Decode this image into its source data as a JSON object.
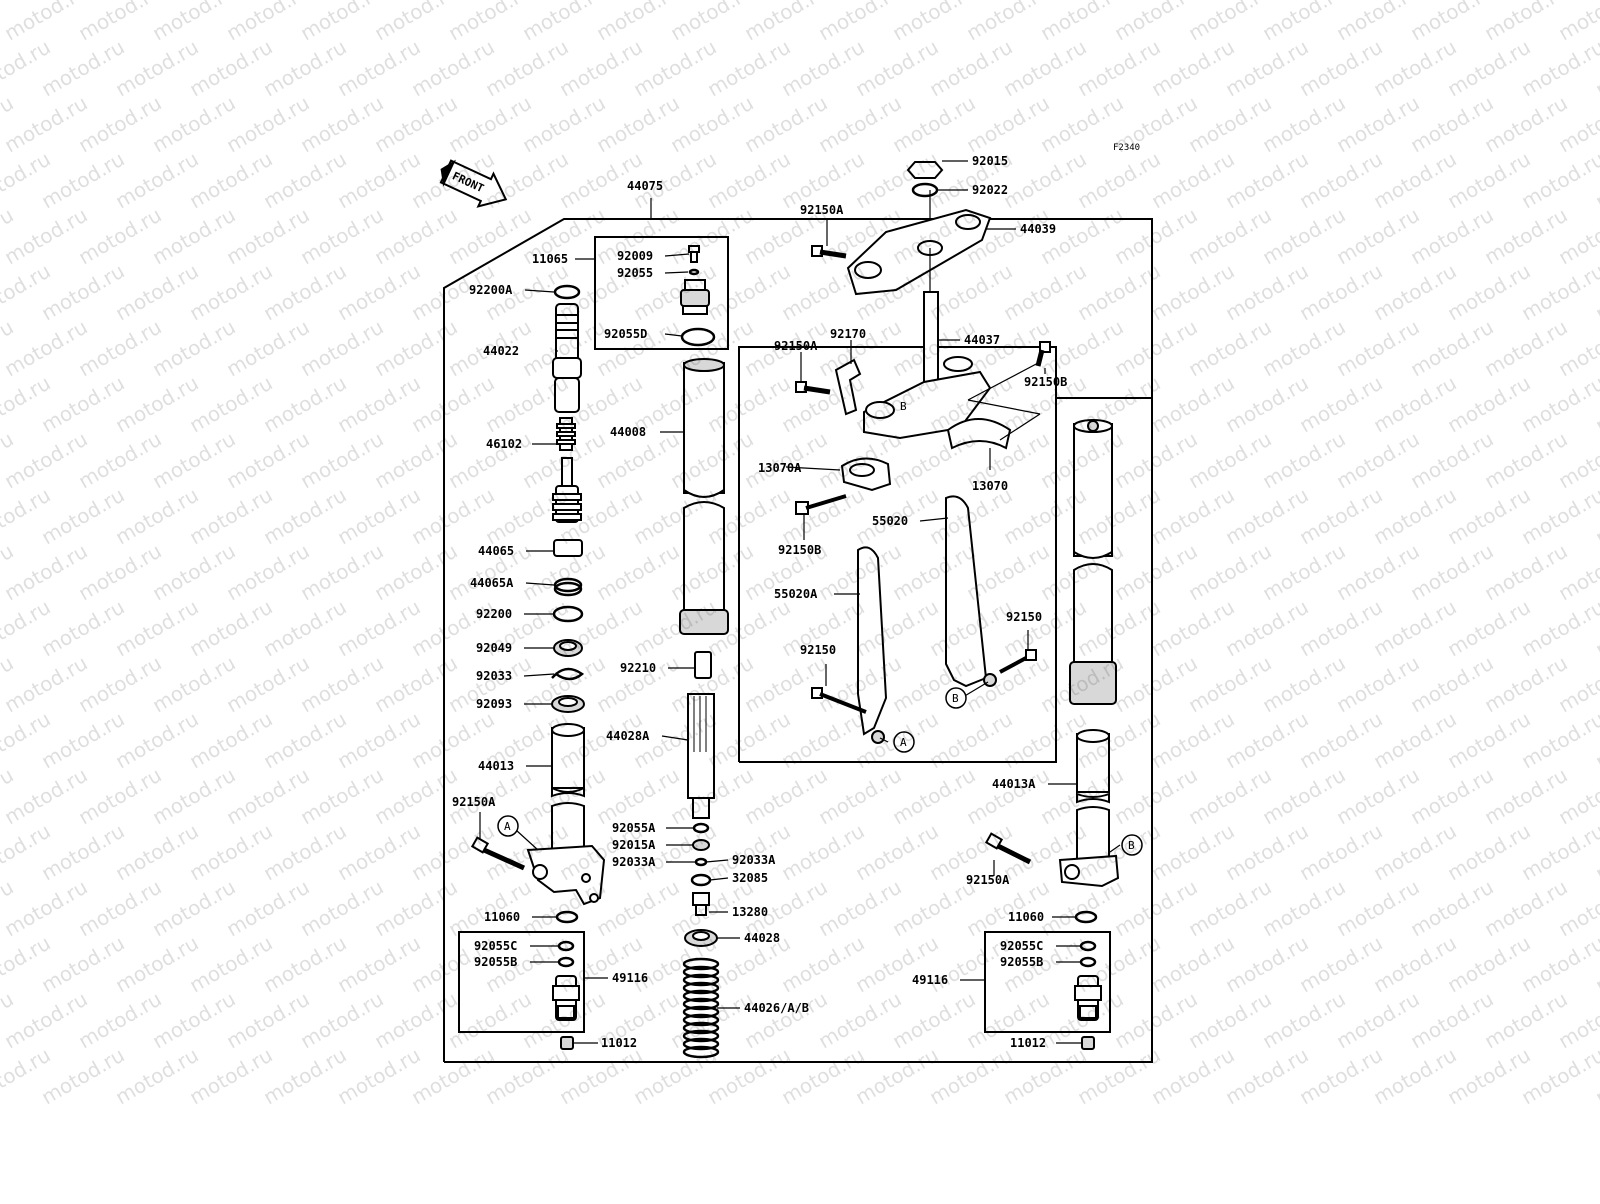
{
  "figure_code": "F2340",
  "front_label": "FRONT",
  "watermark_text": "motod.ru",
  "labels": {
    "l44075": "44075",
    "l11065": "11065",
    "l92009": "92009",
    "l92055": "92055",
    "l92200A": "92200A",
    "l92055D": "92055D",
    "l44022": "44022",
    "l46102": "46102",
    "l44008": "44008",
    "l44065": "44065",
    "l44065A": "44065A",
    "l92200": "92200",
    "l92049": "92049",
    "l92033": "92033",
    "l92093": "92093",
    "l92210": "92210",
    "l44028A": "44028A",
    "l44013": "44013",
    "l92150A_left": "92150A",
    "l92055A": "92055A",
    "l92015A": "92015A",
    "l92033A_l": "92033A",
    "l92033A_r": "92033A",
    "l32085": "32085",
    "l13280": "13280",
    "l11060_left": "11060",
    "l44028": "44028",
    "l92055C_left": "92055C",
    "l92055B_left": "92055B",
    "l49116_left": "49116",
    "l44026": "44026/A/B",
    "l11012_left": "11012",
    "l92015": "92015",
    "l92022": "92022",
    "l92150A_top": "92150A",
    "l44039": "44039",
    "l92150A_mid": "92150A",
    "l92170": "92170",
    "l44037": "44037",
    "l92150B_top": "92150B",
    "l13070A": "13070A",
    "l13070": "13070",
    "l92150B_mid": "92150B",
    "l55020": "55020",
    "l55020A": "55020A",
    "l92150_a": "92150",
    "l92150_b": "92150",
    "l44013A": "44013A",
    "l92150A_right": "92150A",
    "l11060_right": "11060",
    "l92055C_right": "92055C",
    "l92055B_right": "92055B",
    "l49116_right": "49116",
    "l11012_right": "11012"
  },
  "callouts": {
    "a_left": "A",
    "a_guard": "A",
    "b_guard": "B",
    "b_right": "B",
    "b_clamp": "B"
  }
}
